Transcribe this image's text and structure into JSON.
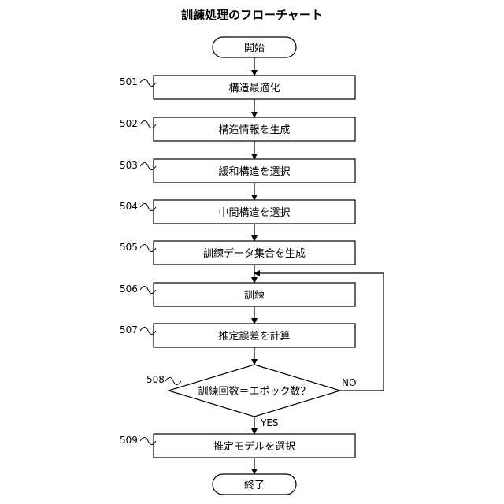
{
  "title": "訓練処理のフローチャート",
  "start_label": "開始",
  "end_label": "終了",
  "steps": [
    {
      "ref": "501",
      "label": "構造最適化"
    },
    {
      "ref": "502",
      "label": "構造情報を生成"
    },
    {
      "ref": "503",
      "label": "緩和構造を選択"
    },
    {
      "ref": "504",
      "label": "中間構造を選択"
    },
    {
      "ref": "505",
      "label": "訓練データ集合を生成"
    },
    {
      "ref": "506",
      "label": "訓練"
    },
    {
      "ref": "507",
      "label": "推定誤差を計算"
    }
  ],
  "decision": {
    "ref": "508",
    "label": "訓練回数＝エポック数？",
    "no_label": "NO",
    "yes_label": "YES"
  },
  "final_step": {
    "ref": "509",
    "label": "推定モデルを選択"
  }
}
